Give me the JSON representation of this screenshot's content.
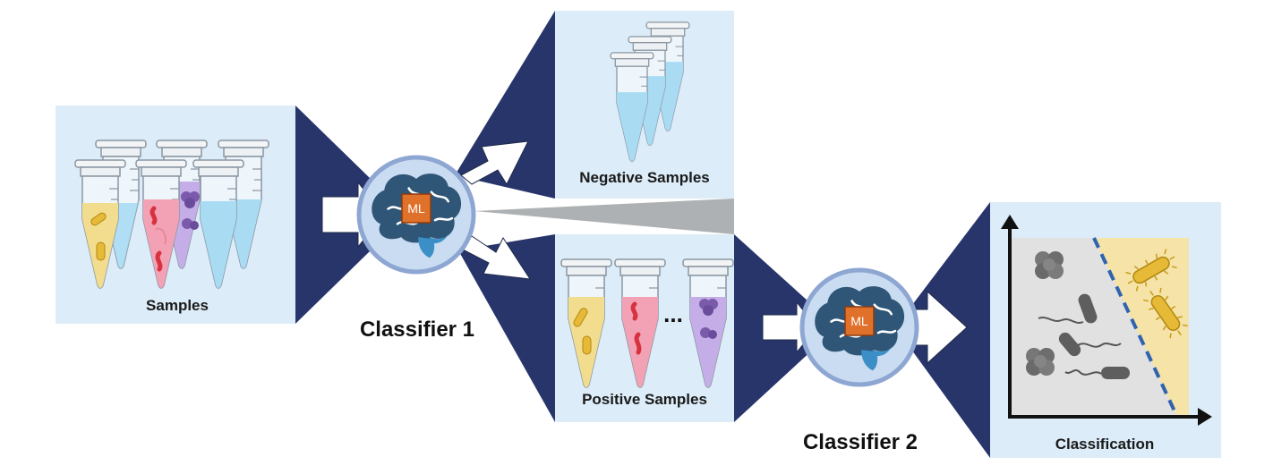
{
  "panels": {
    "samples": "Samples",
    "negative": "Negative Samples",
    "positive": "Positive Samples",
    "classification": "Classification"
  },
  "classifiers": {
    "first": "Classifier 1",
    "second": "Classifier 2",
    "badge": "ML"
  },
  "ellipsis": "...",
  "colors": {
    "navy": "#27356b",
    "panel_bg": "#dcecf8",
    "circle_bg": "#c9dcf1",
    "circle_ring": "#8ea6d2",
    "brain": "#2f5677",
    "brain_stem": "#3b8ec6",
    "ml_badge": "#e0712a",
    "tube_yellow": "#f2dc8e",
    "tube_pink": "#f3a2b5",
    "tube_purple": "#c5aee8",
    "tube_blue": "#a9dbf3",
    "classification_gray": "#e1e1e1",
    "classification_yellow": "#f5e3a7",
    "divider": "#2f63b0"
  },
  "icons": {
    "tube": "microcentrifuge-tube-icon",
    "brain": "brain-icon",
    "arrow": "arrow-right-icon",
    "bacteria": "bacteria-icon"
  }
}
